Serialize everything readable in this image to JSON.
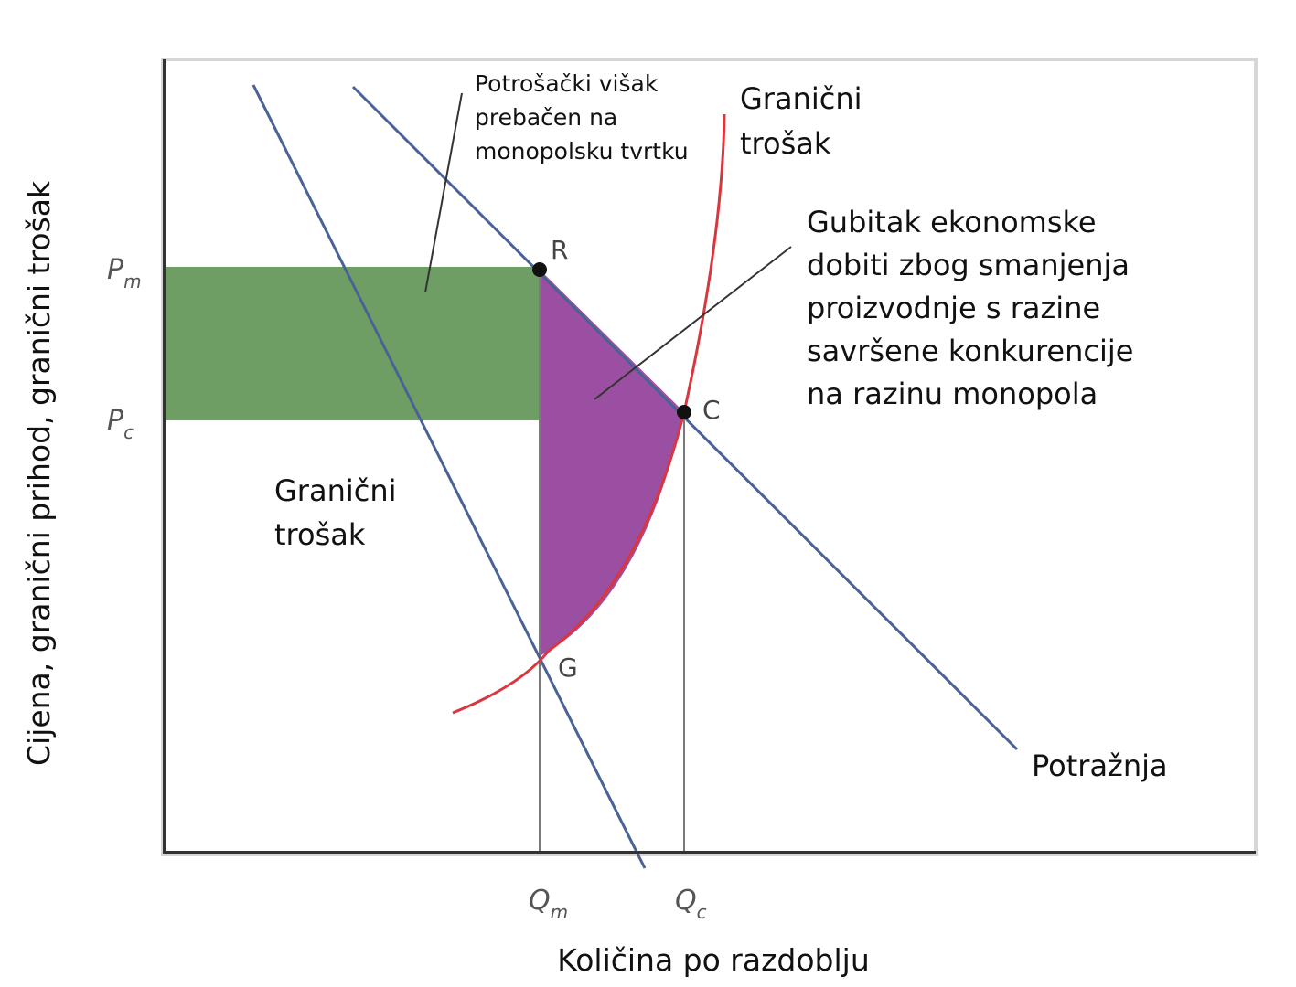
{
  "axes": {
    "y_label": "Cijena, granični prihod, granični trošak",
    "x_label": "Količina po razdoblju"
  },
  "ticks": {
    "pm": {
      "main": "P",
      "sub": "m"
    },
    "pc": {
      "main": "P",
      "sub": "c"
    },
    "qm": {
      "main": "Q",
      "sub": "m"
    },
    "qc": {
      "main": "Q",
      "sub": "c"
    }
  },
  "points": {
    "r": "R",
    "c": "C",
    "g": "G"
  },
  "labels": {
    "surplus_callout": [
      "Potrošački višak",
      "prebačen na",
      "monopolsku tvrtku"
    ],
    "mc_top": [
      "Granični",
      "trošak"
    ],
    "mc_left": [
      "Granični",
      "trošak"
    ],
    "deadweight_callout": [
      "Gubitak ekonomske",
      "dobiti zbog smanjenja",
      "proizvodnje s razine",
      "savršene konkurencije",
      "na razinu monopola"
    ],
    "demand": "Potražnja"
  },
  "colors": {
    "transferred_surplus": "#6e9e63",
    "deadweight_loss": "#9b4fa3",
    "demand_and_mr_lines": "#4a6296",
    "marginal_cost_curve": "#d9363e",
    "axes": "#333333"
  }
}
